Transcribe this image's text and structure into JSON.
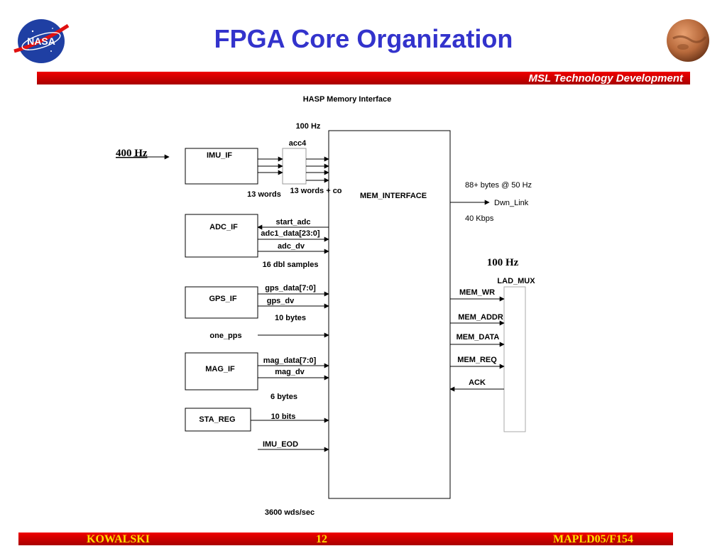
{
  "header": {
    "title": "FPGA Core Organization",
    "band_text": "MSL Technology Development"
  },
  "footer": {
    "author": "KOWALSKI",
    "page_number": "12",
    "doc_id": "MAPLD05/F154"
  },
  "diagram": {
    "title": "HASP Memory Interface",
    "labels": {
      "hz_100_top": "100 Hz",
      "acc4": "acc4",
      "hz_400": "400 Hz",
      "imu_if": "IMU_IF",
      "words_13": "13 words",
      "words_13_co": "13 words + co",
      "mem_interface": "MEM_INTERFACE",
      "bytes_88": "88+ bytes @ 50 Hz",
      "dwn_link": "Dwn_Link",
      "kbps_40": "40 Kbps",
      "adc_if": "ADC_IF",
      "start_adc": "start_adc",
      "adc1_data": "adc1_data[23:0]",
      "adc_dv": "adc_dv",
      "dbl_samples": "16 dbl samples",
      "hz_100_right": "100 Hz",
      "lad_mux": "LAD_MUX",
      "gps_if": "GPS_IF",
      "gps_data": "gps_data[7:0]",
      "gps_dv": "gps_dv",
      "bytes_10": "10 bytes",
      "mem_wr": "MEM_WR",
      "mem_addr": "MEM_ADDR",
      "mem_data": "MEM_DATA",
      "mem_req": "MEM_REQ",
      "ack": "ACK",
      "one_pps": "one_pps",
      "mag_if": "MAG_IF",
      "mag_data": "mag_data[7:0]",
      "mag_dv": "mag_dv",
      "bytes_6": "6 bytes",
      "sta_reg": "STA_REG",
      "bits_10": "10 bits",
      "imu_eod": "IMU_EOD",
      "wds_3600": "3600 wds/sec"
    }
  },
  "colors": {
    "title": "#3333cc",
    "band_red": "#d40000",
    "footer_text": "#ffe000"
  }
}
